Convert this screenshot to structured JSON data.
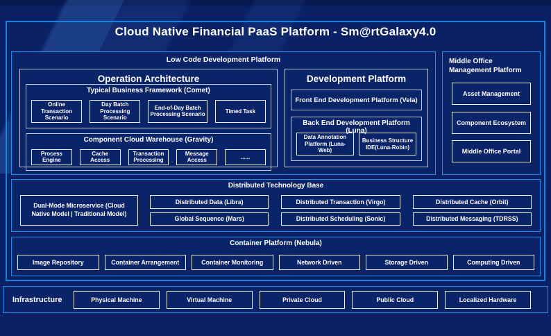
{
  "title": "Cloud Native Financial PaaS Platform - Sm@rtGalaxy4.0",
  "colors": {
    "background": "#0a2166",
    "accent_border": "#1287e0",
    "inner_border": "#c3cfe0",
    "leaf_border": "#eef3fa",
    "text": "#ffffff"
  },
  "low_code": {
    "label": "Low Code Development Platform",
    "operation_architecture": {
      "title": "Operation Architecture",
      "typical_business": {
        "label": "Typical Business Framework (Comet)",
        "items": [
          "Online Transaction Scenario",
          "Day Batch Processing Scenario",
          "End-of-Day Batch Processing Scenario",
          "Timed Task"
        ]
      },
      "component_cloud": {
        "label": "Component Cloud Warehouse (Gravity)",
        "items": [
          "Process Engine",
          "Cache Access",
          "Transaction Processing",
          "Message Access",
          "......"
        ]
      }
    },
    "development_platform": {
      "title": "Development Platform",
      "front_end": "Front End Development Platform (Vela)",
      "back_end": {
        "label": "Back End Development Platform (Luna)",
        "items": [
          "Data Annotation Platform (Luna-Web)",
          "Business Structure IDE(Luna-Robin)"
        ]
      }
    }
  },
  "middle_office": {
    "label": "Middle Office Management Platform",
    "items": [
      "Asset Management",
      "Component Ecosystem",
      "Middle Office Portal"
    ]
  },
  "distributed": {
    "label": "Distributed Technology Base",
    "dual_mode": "Dual-Mode Microservice (Cloud Native Model | Traditional Model)",
    "row1": [
      "Distributed Data (Libra)",
      "Distributed Transaction (Virgo)",
      "Distributed Cache (Orbit)"
    ],
    "row2": [
      "Global Sequence (Mars)",
      "Distributed Scheduling (Sonic)",
      "Distributed Messaging (TDRSS)"
    ]
  },
  "container_platform": {
    "label": "Container Platform (Nebula)",
    "items": [
      "Image Repository",
      "Container Arrangement",
      "Container Monitoring",
      "Network Driven",
      "Storage Driven",
      "Computing Driven"
    ]
  },
  "infrastructure": {
    "label": "Infrastructure",
    "items": [
      "Physical Machine",
      "Virtual Machine",
      "Private Cloud",
      "Public Cloud",
      "Localized Hardware"
    ]
  }
}
